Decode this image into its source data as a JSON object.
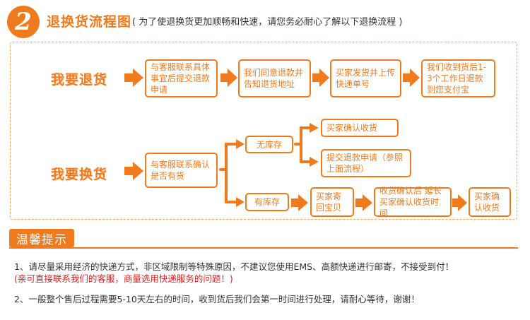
{
  "header": {
    "badge_number": "2",
    "title": "退换货流程图",
    "subtitle": "( 为了使退换货更加顺畅和快速，请您务必耐心了解以下退换流程 )"
  },
  "return_flow": {
    "label": "我要退货",
    "steps": [
      "与客服联系具体事宜后提交退款申请",
      "我们同意退款并告知退货地址",
      "买家发货并上传快递单号",
      "我们收到货后1-3个工作日退款到您支付宝"
    ]
  },
  "exchange_flow": {
    "label": "我要换货",
    "start": "与客服联系确认是否有货",
    "no_stock": {
      "label": "无库存",
      "outcomes": [
        "买家确认收货",
        "提交退款申请（参照上面流程）"
      ]
    },
    "in_stock": {
      "label": "有库存",
      "steps": [
        "买家寄回宝贝",
        "收货确认后 延长买家确认收货时间",
        "买家确认收货"
      ]
    }
  },
  "tips": {
    "label": "温馨提示",
    "item1": "1、请尽量采用经济的快递方式，非区域限制等特殊原因，不建议您使用EMS、高额快递进行邮寄，不接受到付！",
    "item1_note": "(亲可直接联系我们的客服，商量选用快递服务的问题！)",
    "item2": "2、一般整个售后过程需要5-10天左右的时间，收到货后我们会第一时间进行处理，请耐心等待，谢谢！"
  },
  "colors": {
    "accent": "#f07b1e",
    "warning": "#e02020",
    "text": "#333333"
  }
}
